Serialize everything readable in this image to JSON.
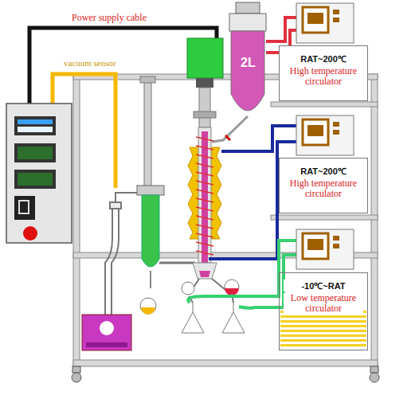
{
  "diagram": {
    "nodes": [
      {
        "text": [
          "RAT~200℃",
          "High temperature circulator"
        ]
      },
      {
        "text": [
          "RAT~200℃",
          "High temperature circulator"
        ]
      },
      {
        "text": [
          "-10℃~RAT",
          "Low temperature circulator"
        ]
      }
    ],
    "labels": [
      "Power supply cable",
      "vacuum sensor",
      "2L"
    ]
  }
}
